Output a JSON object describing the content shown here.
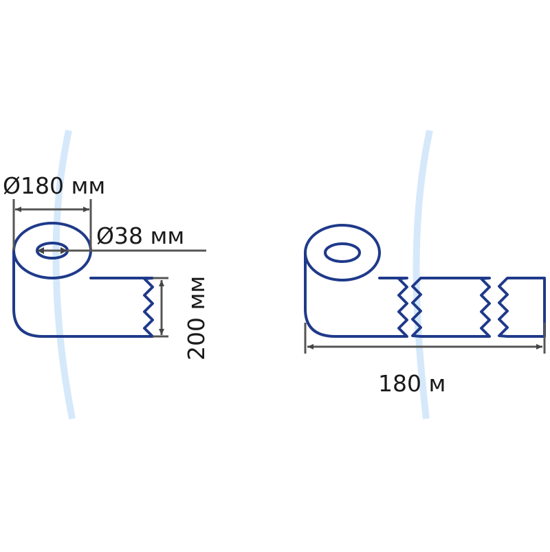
{
  "labels": {
    "outer_diameter": "Ø180 мм",
    "inner_diameter": "Ø38 мм",
    "width": "200 мм",
    "length": "180 м"
  },
  "colors": {
    "outline": "#1f3a8a",
    "dimension": "#555555",
    "accent_curve": "#d6e9fb",
    "text": "#1a1a1a"
  }
}
